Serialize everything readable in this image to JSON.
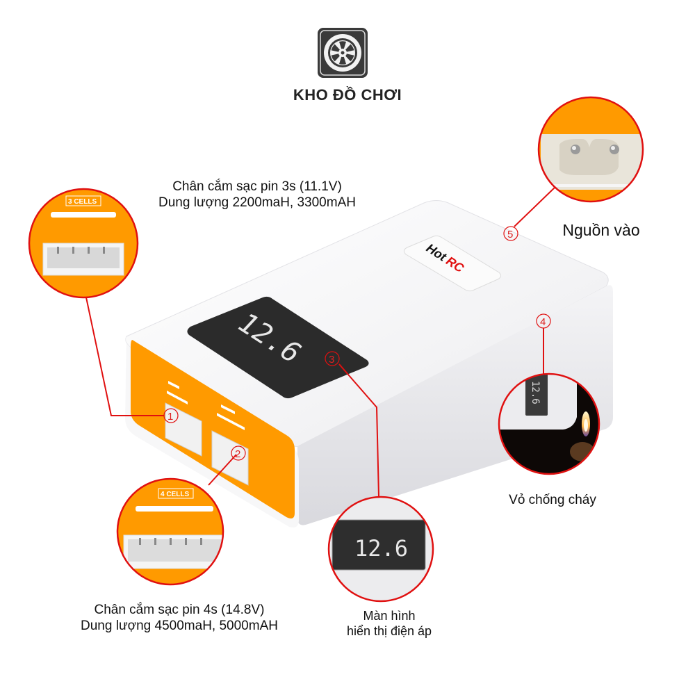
{
  "brand": {
    "logo_icon": "wheel-icon",
    "name": "KHO ĐỒ CHƠI"
  },
  "product": {
    "logo_text_black": "Hot",
    "logo_text_red": "RC",
    "display_value": "12.6",
    "colors": {
      "body": "#f3f3f5",
      "front_panel": "#ff9a00",
      "display": "#2b2b2b",
      "callout": "#e01010"
    }
  },
  "callouts": [
    {
      "number": "1",
      "marker": "①",
      "zoom_tag": "3 CELLS",
      "line1": "Chân cắm sạc pin 3s (11.1V)",
      "line2": "Dung lượng 2200maH, 3300mAH"
    },
    {
      "number": "2",
      "marker": "②",
      "zoom_tag": "4 CELLS",
      "line1": "Chân cắm sạc pin 4s (14.8V)",
      "line2": "Dung lượng 4500maH, 5000mAH"
    },
    {
      "number": "3",
      "marker": "③",
      "zoom_value": "12.6",
      "line1": "Màn hình",
      "line2": "hiển thị điện áp"
    },
    {
      "number": "4",
      "marker": "④",
      "zoom_value": "12.6",
      "line1": "Vỏ chống cháy"
    },
    {
      "number": "5",
      "marker": "⑤",
      "line1": "Nguồn vào"
    }
  ]
}
